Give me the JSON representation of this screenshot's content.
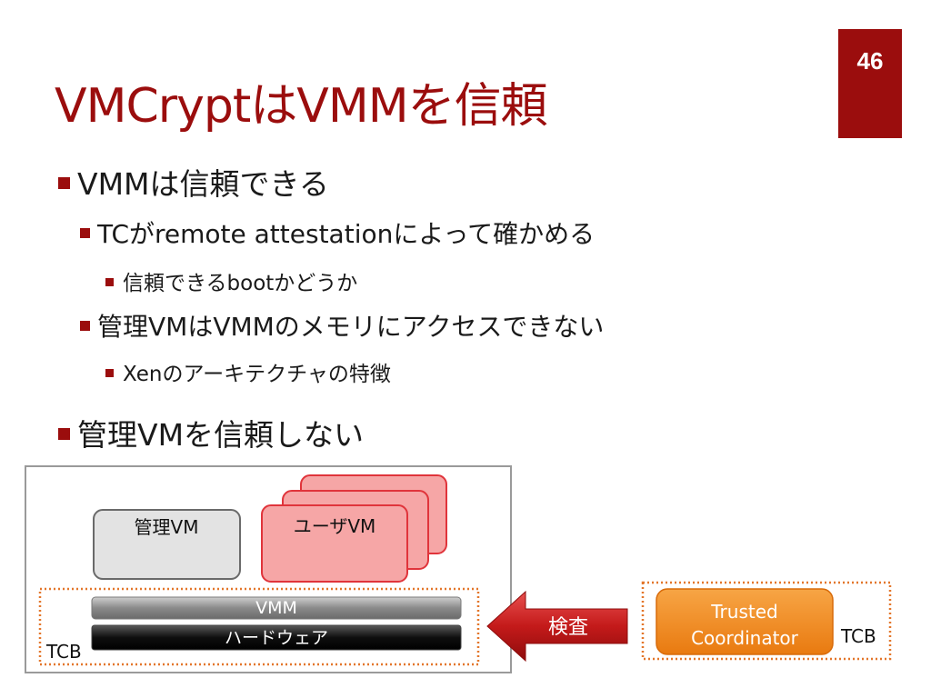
{
  "slide": {
    "page_number": "46",
    "title": "VMCryptはVMMを信頼",
    "bullets": {
      "b1": "VMMは信頼できる",
      "b1_1": "TCがremote attestationによって確かめる",
      "b1_1_1": "信頼できるbootかどうか",
      "b1_2": "管理VMはVMMのメモリにアクセスできない",
      "b1_2_1": "Xenのアーキテクチャの特徴",
      "b2": "管理VMを信頼しない"
    }
  },
  "diagram": {
    "mgmt_vm": "管理VM",
    "user_vm": "ユーザVM",
    "vmm": "VMM",
    "hardware": "ハードウェア",
    "tcb_left": "TCB",
    "arrow_label": "検査",
    "trusted_line1": "Trusted",
    "trusted_line2": "Coordinator",
    "tcb_right": "TCB"
  },
  "colors": {
    "accent": "#9b0d0d",
    "user_vm_fill": "#f6a6a6",
    "user_vm_stroke": "#e0343b",
    "tc_fill": "#f28c1e",
    "dotted_border": "#e3762a"
  }
}
